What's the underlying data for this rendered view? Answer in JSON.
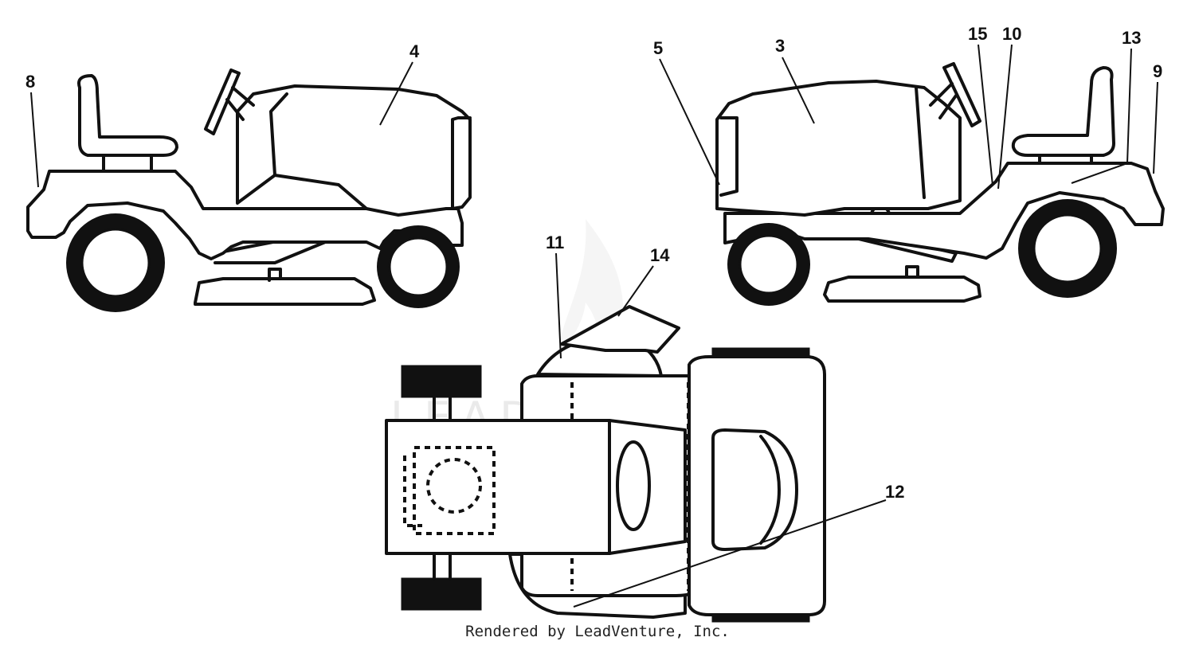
{
  "watermark": {
    "text": "LEADVENTURE"
  },
  "callouts": {
    "c3": "3",
    "c4": "4",
    "c5": "5",
    "c8": "8",
    "c9": "9",
    "c10": "10",
    "c11": "11",
    "c12": "12",
    "c13": "13",
    "c14": "14",
    "c15": "15"
  },
  "caption": "Rendered by LeadVenture, Inc."
}
